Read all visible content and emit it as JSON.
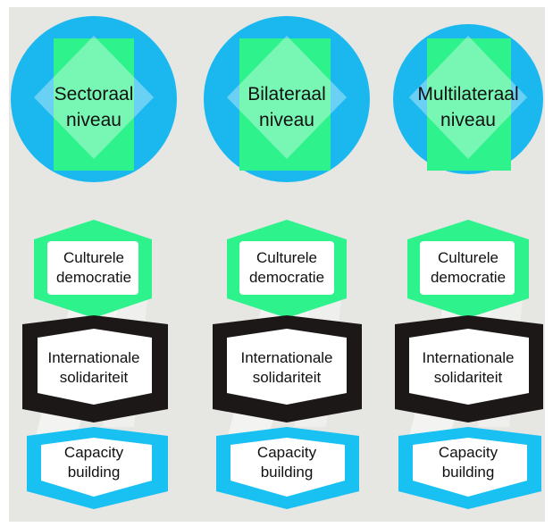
{
  "colors": {
    "background": "#e6e6e3",
    "circle_blue": "#1bb8f0",
    "square_green": "#2ef28c",
    "hex_green": "#2ef28c",
    "hex_black": "#1c1818",
    "hex_blue": "#19c0f2",
    "hex_fill": "#ffffff",
    "text": "#111111"
  },
  "columns": [
    {
      "level": {
        "line1": "Sectoraal",
        "line2": "niveau"
      },
      "culture": {
        "line1": "Culturele",
        "line2": "democratie"
      },
      "solidarity": {
        "line1": "Internationale",
        "line2": "solidariteit"
      },
      "capacity": {
        "line1": "Capacity",
        "line2": "building"
      }
    },
    {
      "level": {
        "line1": "Bilateraal",
        "line2": "niveau"
      },
      "culture": {
        "line1": "Culturele",
        "line2": "democratie"
      },
      "solidarity": {
        "line1": "Internationale",
        "line2": "solidariteit"
      },
      "capacity": {
        "line1": "Capacity",
        "line2": "building"
      }
    },
    {
      "level": {
        "line1": "Multilateraal",
        "line2": "niveau"
      },
      "culture": {
        "line1": "Culturele",
        "line2": "democratie"
      },
      "solidarity": {
        "line1": "Internationale",
        "line2": "solidariteit"
      },
      "capacity": {
        "line1": "Capacity",
        "line2": "building"
      }
    }
  ]
}
